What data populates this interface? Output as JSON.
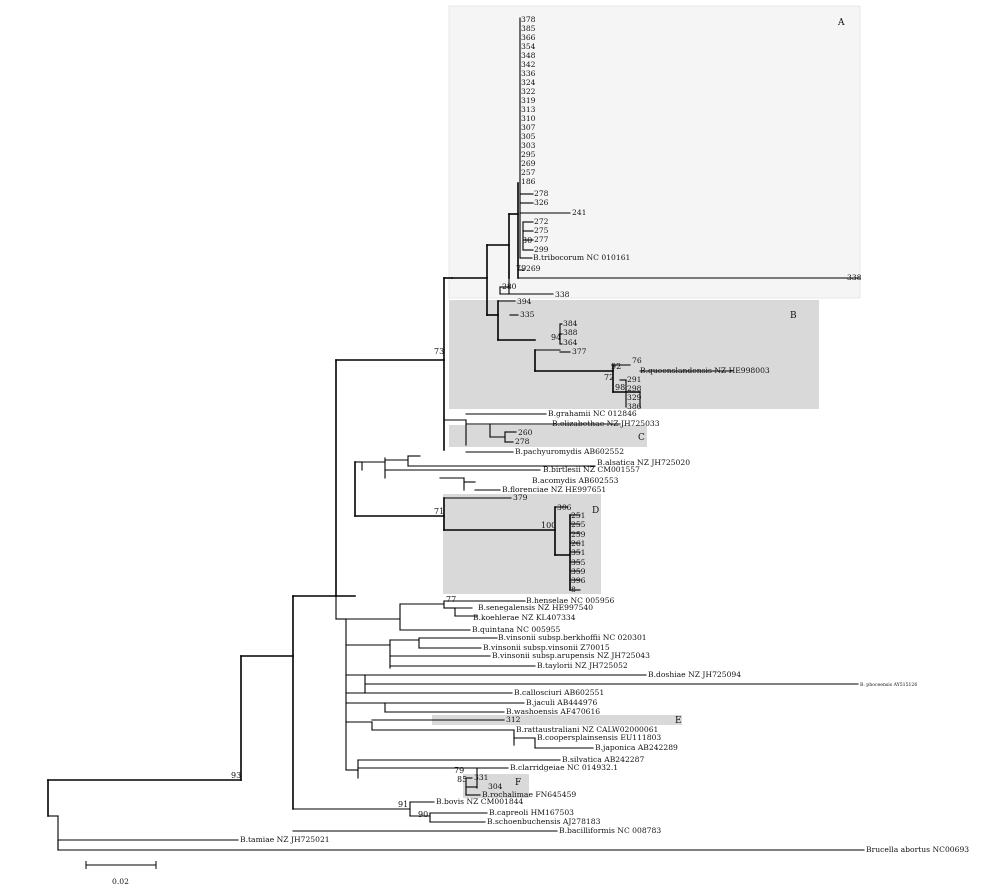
{
  "clade_labels": {
    "A": "A",
    "B": "B",
    "C": "C",
    "D": "D",
    "E": "E",
    "F": "F"
  },
  "bootstrap": {
    "b93": "93",
    "b73": "73",
    "b71": "71",
    "b100": "100",
    "b77": "77",
    "b79a": "79",
    "b79b": "79",
    "b30": "30",
    "b94": "94",
    "b92": "92",
    "b72": "72",
    "b98": "98",
    "b85": "85",
    "b91": "91",
    "b90": "90"
  },
  "taxa_a": {
    "t378": "378",
    "t385": "385",
    "t366": "366",
    "t354": "354",
    "t348": "348",
    "t342": "342",
    "t336": "336",
    "t324": "324",
    "t322": "322",
    "t319": "319",
    "t313": "313",
    "t310": "310",
    "t307": "307",
    "t305": "305",
    "t303": "303",
    "t295": "295",
    "t269": "269",
    "t257": "257",
    "t186": "186",
    "t278": "278",
    "t326": "326",
    "t241": "241",
    "t272": "272",
    "t275": "275",
    "t277": "277",
    "t299": "299",
    "t269b": "269",
    "t338": "338",
    "t280": "280",
    "t338b": "338",
    "tribocorum": "B.tribocorum NC 010161"
  },
  "taxa_b": {
    "t394": "394",
    "t335": "335",
    "t384": "384",
    "t388": "388",
    "t364": "364",
    "t377": "377",
    "t76": "76",
    "t291": "291",
    "t298": "298",
    "t329": "329",
    "t386": "386",
    "queenslandensis": "B.queenslandensis NZ HE998003"
  },
  "taxa_c": {
    "grahamii": "B.grahamii NC 012846",
    "elizabethae": "B.elizabethae NZ JH725033",
    "t260": "260",
    "t278": "278",
    "pachyuromydis": "B.pachyuromydis AB602552"
  },
  "taxa_mid": {
    "alsatica": "B.alsatica NZ JH725020",
    "birtlesii": "B.birtlesii NZ CM001557",
    "acomydis": "B.acomydis AB602553",
    "florenciae": "B.florenciae NZ HE997651"
  },
  "taxa_d": {
    "t379": "379",
    "t306": "306",
    "t251": "251",
    "t255": "255",
    "t259": "259",
    "t261": "261",
    "t351": "351",
    "t355": "355",
    "t359": "359",
    "t396": "396",
    "t8": "8"
  },
  "taxa_low": {
    "henselae": "B.henselae NC 005956",
    "senegalensis": "B.senegalensis NZ HE997540",
    "koehlerae": "B.koehlerae NZ KL407334",
    "quintana": "B.quintana NC 005955",
    "berkhoffii": "B.vinsonii subsp.berkhoffii NC 020301",
    "vinsonii": "B.vinsonii subsp.vinsonii Z70015",
    "arupensis": "B.vinsonii subsp.arupensis NZ JH725043",
    "taylorii": "B.taylorii NZ JH725052",
    "doshiae": "B.doshiae NZ JH725094",
    "phoceensis": "B. phoceensis AY515126",
    "callosciuri": "B.callosciuri AB602551",
    "jaculi": "B.jaculi AB444976",
    "washoensis": "B.washoensis AF470616",
    "t312": "312",
    "rattaustraliani": "B.rattaustraliani NZ CALW02000061",
    "coopersplainsensis": "B.coopersplainsensis EU111803",
    "japonica": "B.japonica AB242289",
    "silvatica": "B.silvatica AB242287",
    "clarridgeiae": "B.clarridgeiae NC 014932.1",
    "t331": "331",
    "t304": "304",
    "rochalimae": "B.rochalimae FN645459",
    "bovis": "B.bovis NZ CM001844",
    "capreoli": "B.capreoli HM167503",
    "schoenbuchensis": "B.schoenbuchensis AJ278183",
    "bacilliformis": "B.bacilliformis NC 008783",
    "tamiae": "B.tamiae NZ JH725021",
    "brucella": "Brucella abortus NC00693"
  },
  "scale_bar": {
    "label": "0.02"
  }
}
